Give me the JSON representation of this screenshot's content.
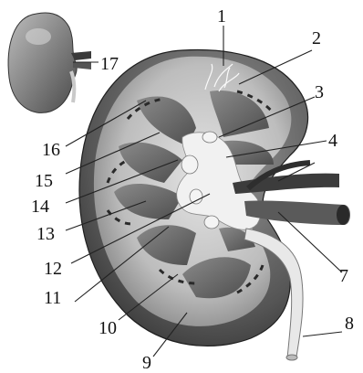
{
  "labels": [
    "1",
    "2",
    "3",
    "4",
    "7",
    "8",
    "9",
    "10",
    "11",
    "12",
    "13",
    "14",
    "15",
    "16",
    "17"
  ]
}
